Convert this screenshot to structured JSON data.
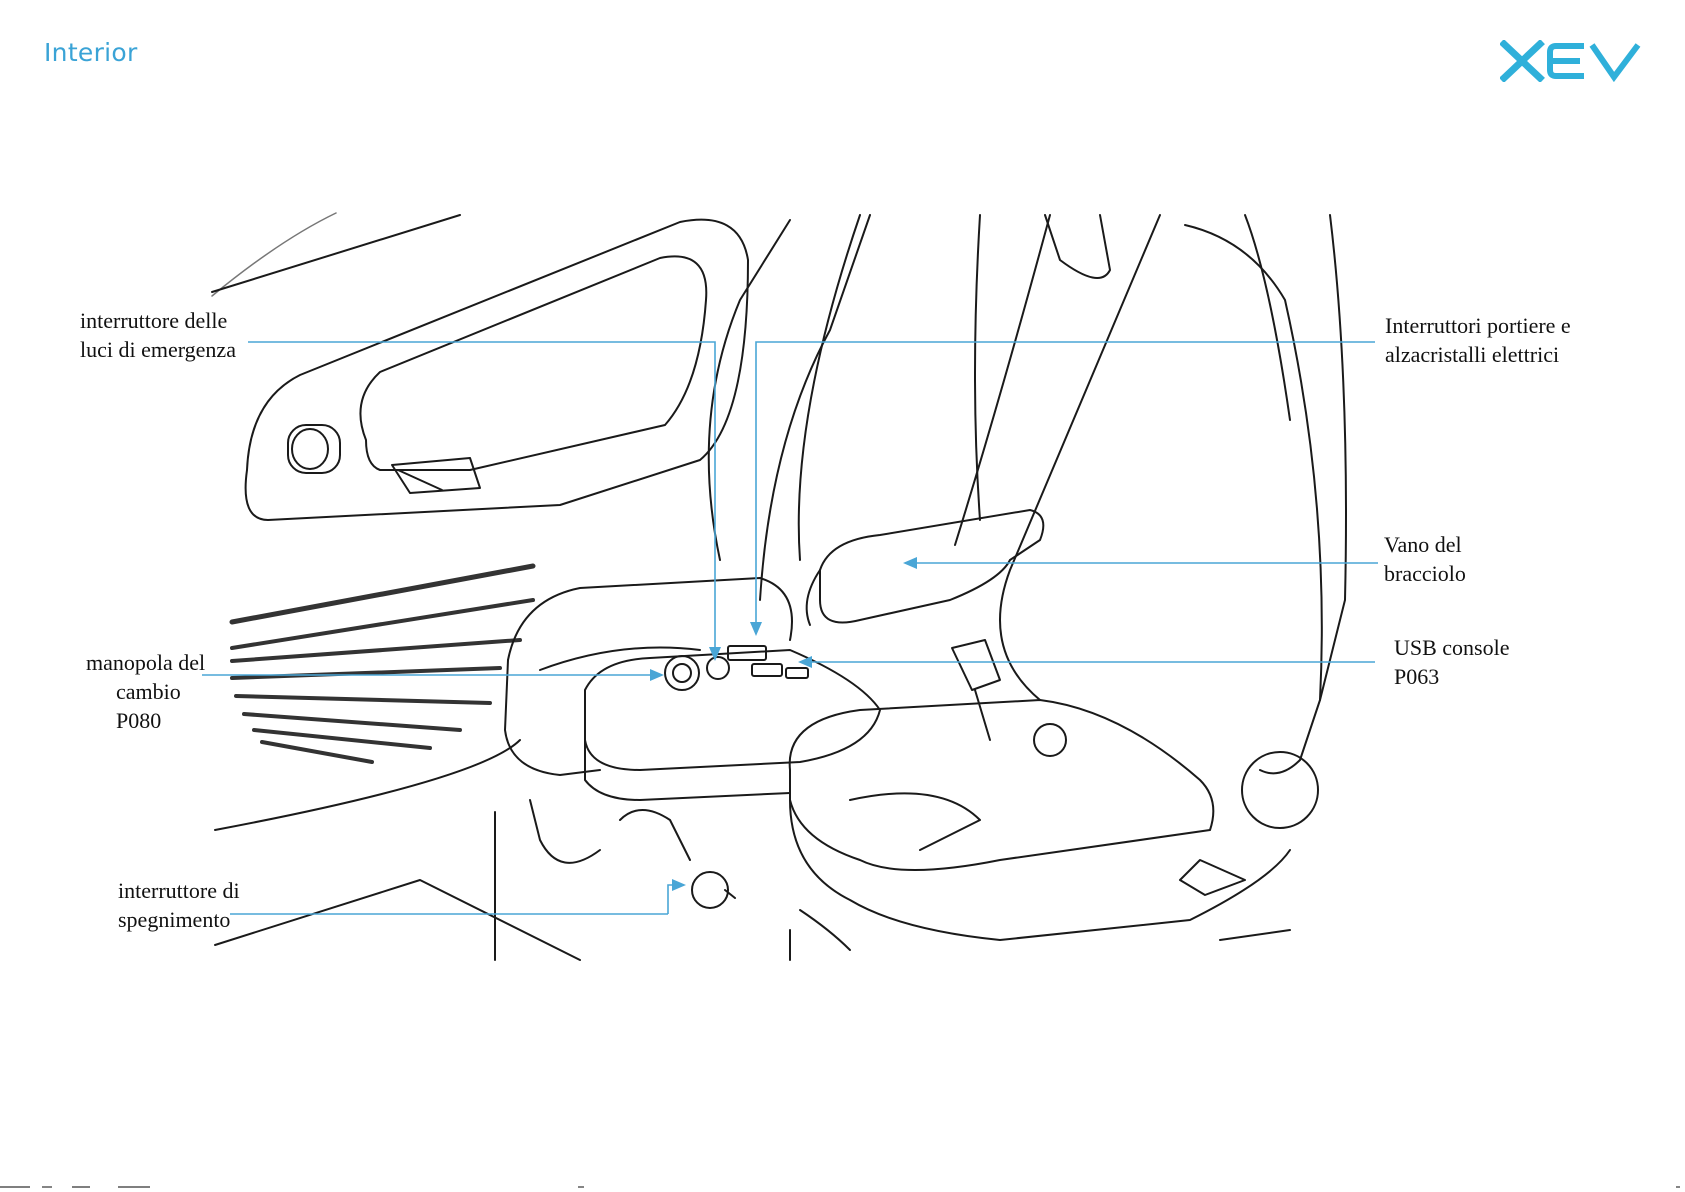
{
  "header": {
    "section_title": "Interior",
    "brand": "XEV"
  },
  "colors": {
    "accent": "#3aa3d6",
    "logo": "#2fb0da",
    "leader_line": "#4aa6d6",
    "drawing": "#1a1a1a"
  },
  "callouts": {
    "emergency_lights": {
      "line1": "interruttore delle",
      "line2": "luci di emergenza"
    },
    "door_window_switches": {
      "line1": "Interruttori portiere e",
      "line2": "alzacristalli elettrici"
    },
    "armrest": {
      "line1": "Vano del",
      "line2": "bracciolo"
    },
    "usb": {
      "line1": "USB console",
      "line2": "P063"
    },
    "gear_knob": {
      "line1": "manopola del",
      "line2": "cambio",
      "line3": "P080"
    },
    "shutdown_switch": {
      "line1": "interruttore di",
      "line2": "spegnimento"
    }
  }
}
